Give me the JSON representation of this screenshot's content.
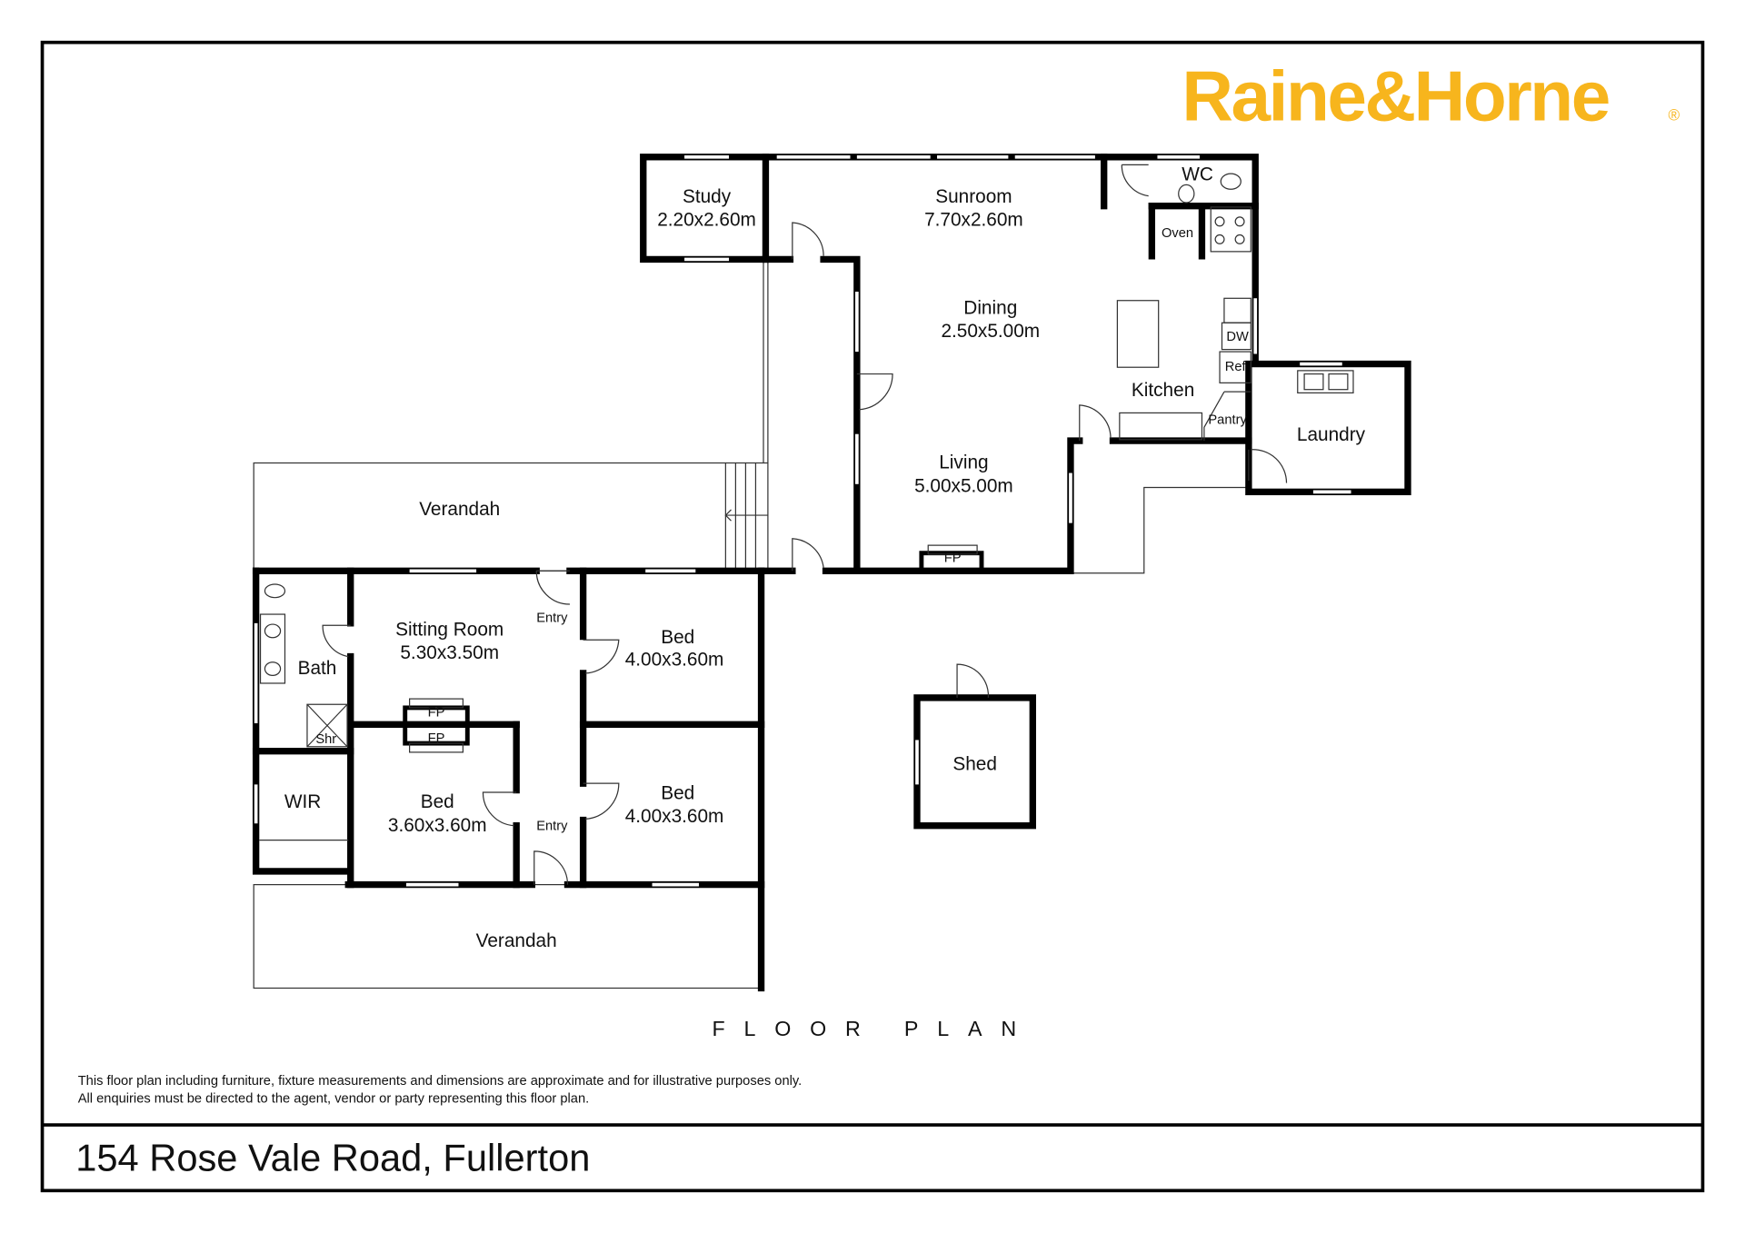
{
  "brand": {
    "name": "Raine&Horne",
    "registered": "®",
    "color": "#F7B51D"
  },
  "rooms": {
    "study": {
      "name": "Study",
      "size": "2.20x2.60m"
    },
    "sunroom": {
      "name": "Sunroom",
      "size": "7.70x2.60m"
    },
    "dining": {
      "name": "Dining",
      "size": "2.50x5.00m"
    },
    "living": {
      "name": "Living",
      "size": "5.00x5.00m"
    },
    "kitchen": {
      "name": "Kitchen"
    },
    "laundry": {
      "name": "Laundry"
    },
    "wc": {
      "name": "WC"
    },
    "verandah_top": {
      "name": "Verandah"
    },
    "verandah_bottom": {
      "name": "Verandah"
    },
    "sitting": {
      "name": "Sitting Room",
      "size": "5.30x3.50m"
    },
    "bed1": {
      "name": "Bed",
      "size": "4.00x3.60m"
    },
    "bed2": {
      "name": "Bed",
      "size": "4.00x3.60m"
    },
    "bed3": {
      "name": "Bed",
      "size": "3.60x3.60m"
    },
    "bath": {
      "name": "Bath"
    },
    "wir": {
      "name": "WIR"
    },
    "shed": {
      "name": "Shed"
    }
  },
  "fixtures": {
    "oven": "Oven",
    "dw": "DW",
    "ref": "Ref",
    "pantry": "Pantry",
    "fp": "FP",
    "shr": "Shr",
    "entry": "Entry"
  },
  "title": "FLOOR PLAN",
  "disclaimer": [
    "This floor plan including furniture, fixture measurements and dimensions are approximate and for illustrative purposes only.",
    "All enquiries must be directed to the agent, vendor or party representing this floor plan."
  ],
  "address": "154 Rose Vale Road, Fullerton"
}
